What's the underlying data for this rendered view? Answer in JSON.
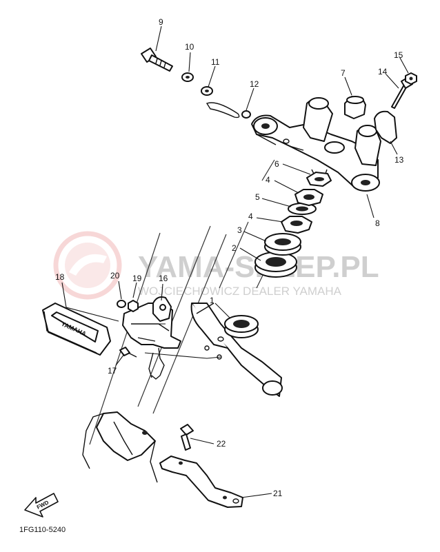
{
  "diagram": {
    "callouts": [
      "9",
      "10",
      "11",
      "12",
      "15",
      "14",
      "7",
      "13",
      "6",
      "4",
      "5",
      "4",
      "8",
      "3",
      "2",
      "1",
      "18",
      "20",
      "19",
      "16",
      "17",
      "22",
      "21"
    ],
    "fwd_label": "FWD",
    "part_code": "1FG110-5240",
    "sticker_text": "YAMAHA"
  },
  "watermark": {
    "brand": "YAMA-SKLEP.PL",
    "subtitle": "WOJCIECHOWICZ DEALER YAMAHA"
  },
  "colors": {
    "line": "#111111",
    "watermark": "#cfcfcf",
    "watermark_logo": "#f2c4c4"
  }
}
